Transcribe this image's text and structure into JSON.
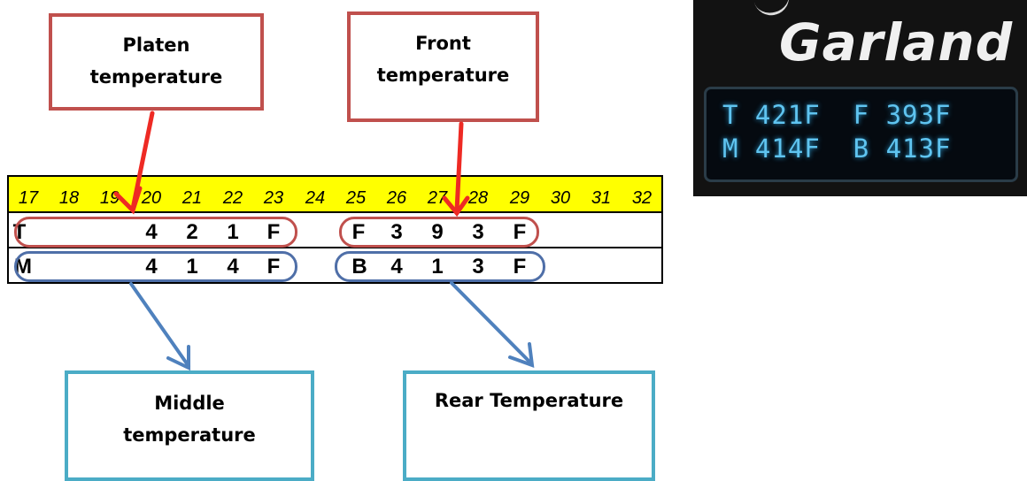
{
  "callouts": {
    "platen": [
      "Platen",
      "temperature"
    ],
    "front": [
      "Front",
      "temperature"
    ],
    "middle": [
      "Middle",
      "temperature"
    ],
    "rear": [
      "Rear Temperature"
    ]
  },
  "ruler": {
    "ticks": [
      "17",
      "18",
      "19",
      "20",
      "21",
      "22",
      "23",
      "24",
      "25",
      "26",
      "27",
      "28",
      "29",
      "30",
      "31",
      "32"
    ]
  },
  "table": {
    "row1": [
      "T",
      "4",
      "2",
      "1",
      "F",
      "F",
      "3",
      "9",
      "3",
      "F"
    ],
    "row2": [
      "M",
      "4",
      "1",
      "4",
      "F",
      "B",
      "4",
      "1",
      "3",
      "F"
    ]
  },
  "photo": {
    "brand": "Garland",
    "display_line1": "T 421F  F 393F",
    "display_line2": "M 414F  B 413F"
  },
  "colors": {
    "ruler_fill": "#ffff00",
    "red_outline": "#c0504d",
    "blue_outline": "#4f6fa8",
    "cyan_outline": "#4bacc6",
    "red_arrow": "#ee2a24",
    "blue_arrow": "#4f81bd",
    "lcd_text": "#5fc4f0"
  }
}
